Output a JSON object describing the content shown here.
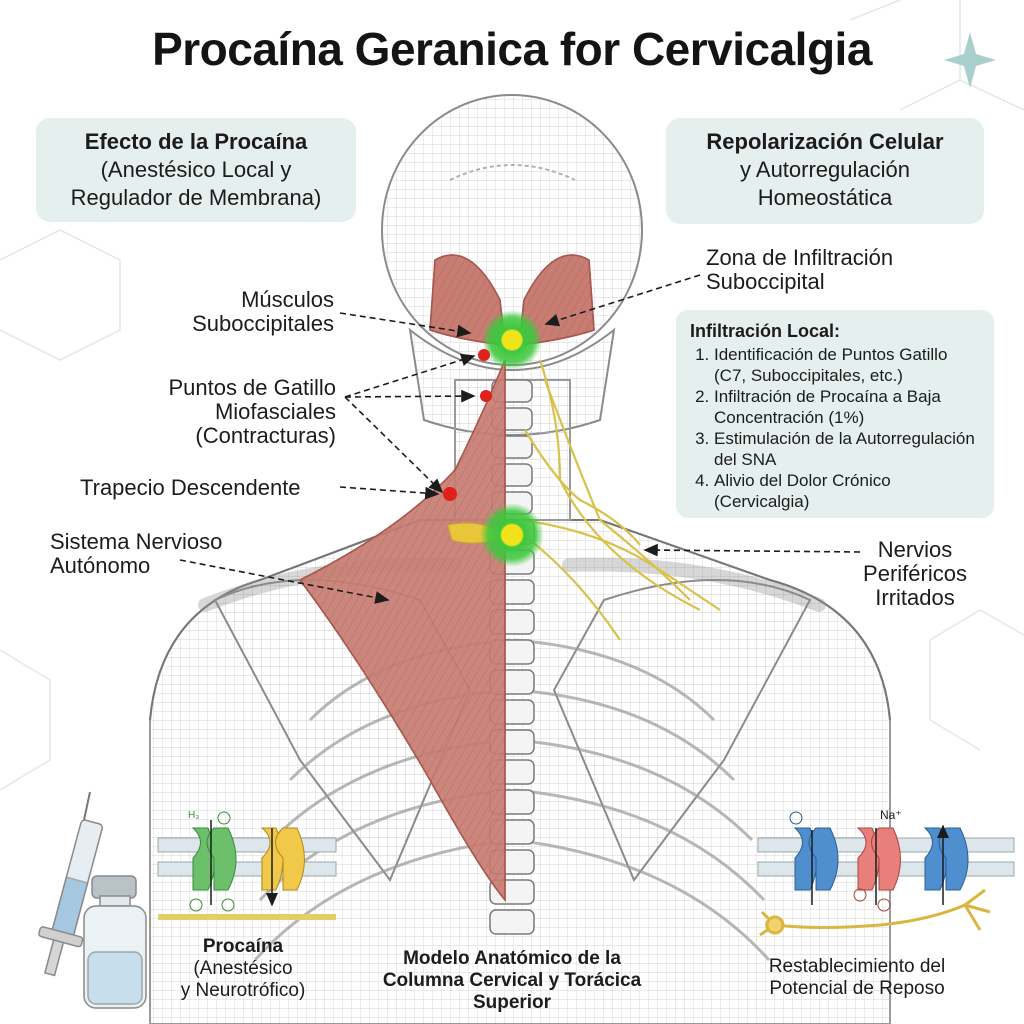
{
  "title": "Procaína Geranica for Cervicalgia",
  "left_box": {
    "line1": "Efecto de la Procaína",
    "line2": "(Anestésico Local y",
    "line3": "Regulador de Membrana)"
  },
  "right_box": {
    "line1": "Repolarización Celular",
    "line2": "y Autorregulación",
    "line3": "Homeostática"
  },
  "labels": {
    "musculos": [
      "Músculos",
      "Suboccipitales"
    ],
    "puntos": [
      "Puntos de Gatillo",
      "Miofasciales",
      "(Contracturas)"
    ],
    "trapecio": "Trapecio Descendente",
    "sistema": [
      "Sistema Nervioso",
      "Autónomo"
    ],
    "zona": [
      "Zona de Infiltración",
      "Suboccipital"
    ],
    "nervios": [
      "Nervios",
      "Periféricos",
      "Irritados"
    ]
  },
  "infiltracion": {
    "heading": "Infiltración Local:",
    "steps": [
      "Identificación de Puntos Gatillo (C7, Suboccipitales, etc.)",
      "Infiltración de Procaína a Baja Concentración (1%)",
      "Estimulación de la Autorregulación del SNA",
      "Alivio del Dolor Crónico (Cervicalgia)"
    ]
  },
  "captions": {
    "procaina": {
      "bold": "Procaína",
      "line2": "(Anestésico",
      "line3": "y Neurotrófico)"
    },
    "modelo": [
      "Modelo Anatómico de la",
      "Columna Cervical y Torácica",
      "Superior"
    ],
    "restablecimiento": [
      "Restablecimiento del",
      "Potencial de Reposo"
    ]
  },
  "channel_labels": {
    "left_channel": "H₃",
    "na_plus": "Na⁺"
  },
  "colors": {
    "muscle": "#c77d72",
    "muscle_dark": "#a9574c",
    "nerve": "#d8c24a",
    "glow": "#3ec73e",
    "glow_core": "#f2e21a",
    "trigger": "#e0201a",
    "box_bg": "#e4efee",
    "bone_line": "#8b8b8b"
  }
}
